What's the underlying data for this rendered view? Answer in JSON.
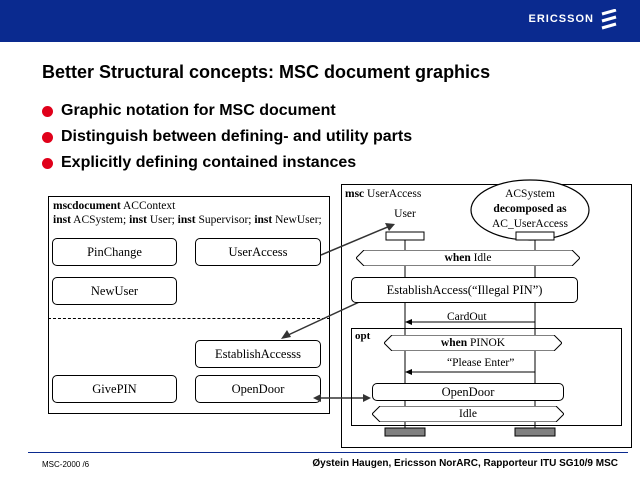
{
  "header": {
    "brand": "ERICSSON",
    "brand_icon": "ericsson-logo-icon",
    "bar_color": "#0a2a8f"
  },
  "title": "Better Structural concepts: MSC document graphics",
  "bullets": [
    "Graphic notation for MSC document",
    "Distinguish between defining- and utility parts",
    "Explicitly defining contained instances"
  ],
  "bullet_color": "#e0001a",
  "mscdocument": {
    "keyword": "mscdocument",
    "name": "ACContext",
    "inst_kw": "inst",
    "inst_list": [
      "ACSystem;",
      "User;",
      "Supervisor;",
      "NewUser;"
    ],
    "defining": [
      "PinChange",
      "UserAccess",
      "NewUser"
    ],
    "utility": [
      "EstablishAccesss",
      "GivePIN",
      "OpenDoor"
    ]
  },
  "msc": {
    "keyword": "msc",
    "name": "UserAccess",
    "instances": [
      "User",
      "ACSystem"
    ],
    "decomposed_kw": "decomposed as",
    "decomposed_name": "AC_UserAccess",
    "when_kw": "when",
    "cond_idle": "Idle",
    "establish": "EstablishAccess(“Illegal PIN”)",
    "msg_cardout": "CardOut",
    "opt_kw": "opt",
    "cond_pinok": "PINOK",
    "msg_please": "“Please Enter”",
    "opendoor": "OpenDoor",
    "cond_idle2": "Idle"
  },
  "footer": {
    "left": "MSC-2000 /6",
    "right": "Øystein Haugen, Ericsson NorARC, Rapporteur ITU SG10/9 MSC"
  }
}
